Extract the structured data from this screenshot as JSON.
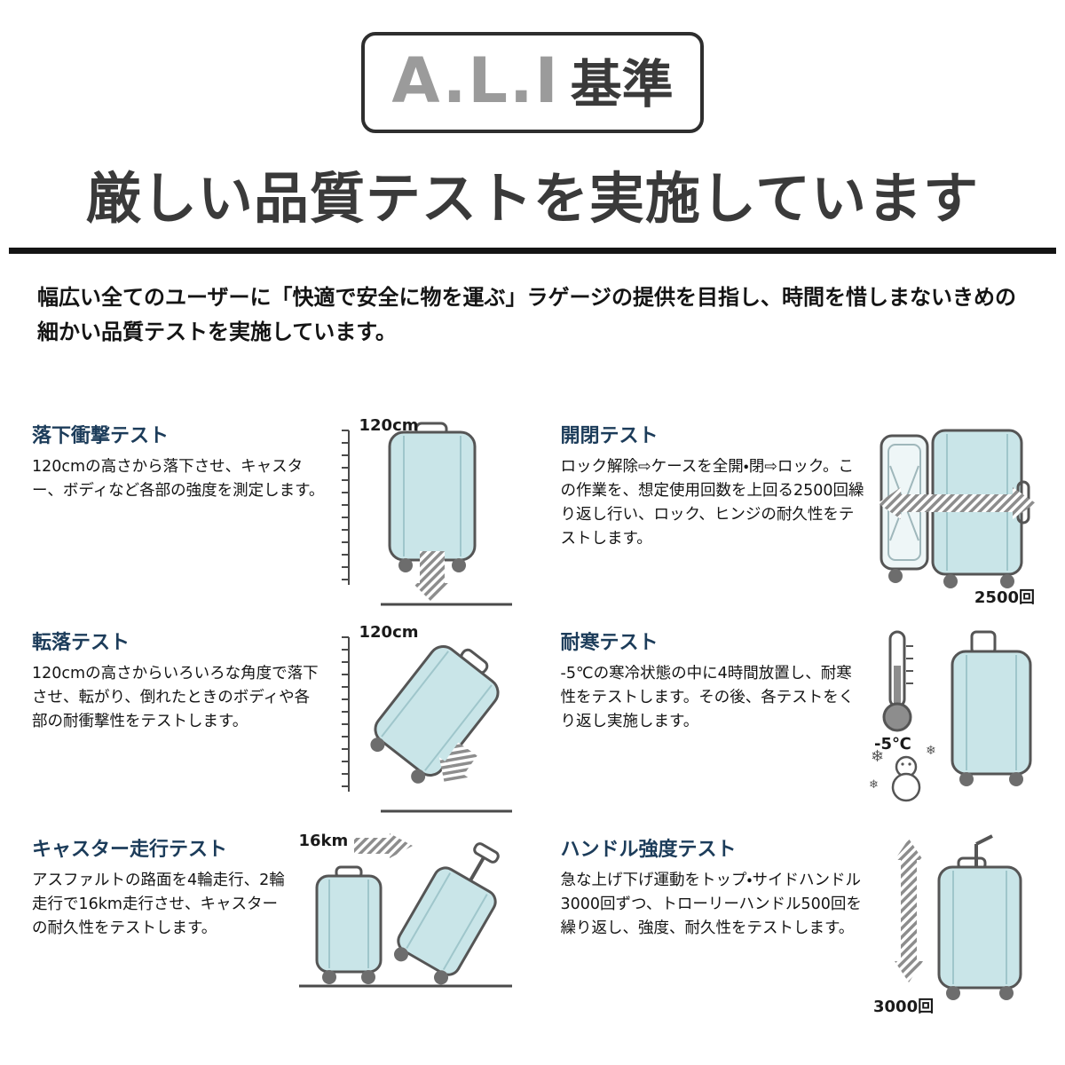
{
  "badge": {
    "brand": "A.L.I",
    "suffix": "基準"
  },
  "title": "厳しい品質テストを実施しています",
  "intro": "幅広い全てのユーザーに「快適で安全に物を運ぶ」ラゲージの提供を目指し、時間を惜しまないきめの細かい品質テストを実施しています。",
  "colors": {
    "accent_title": "#1c3c5a",
    "suitcase_fill": "#c9e5e8",
    "outline": "#555555",
    "brand_gray": "#9b9b9b",
    "rule": "#141414"
  },
  "icons": {
    "drop": "suitcase-drop-icon",
    "open_close": "suitcase-open-icon",
    "tumble": "suitcase-tumble-icon",
    "cold": "thermometer-snowman-suitcase-icon",
    "caster": "suitcase-rolling-icon",
    "handle": "suitcase-handle-arrows-icon"
  },
  "tests": [
    {
      "title": "落下衝撃テスト",
      "body": "120cmの高さから落下させ、キャスター、ボディなど各部の強度を測定します。",
      "metric": "120cm"
    },
    {
      "title": "開閉テスト",
      "body": "ロック解除⇨ケースを全開・閉⇨ロック。この作業を、想定使用回数を上回る2500回繰り返し行い、ロック、ヒンジの耐久性をテストします。",
      "metric": "2500回"
    },
    {
      "title": "転落テスト",
      "body": "120cmの高さからいろいろな角度で落下させ、転がり、倒れたときのボディや各部の耐衝撃性をテストします。",
      "metric": "120cm"
    },
    {
      "title": "耐寒テスト",
      "body": "-5℃の寒冷状態の中に4時間放置し、耐寒性をテストします。その後、各テストをくり返し実施します。",
      "metric": "-5℃"
    },
    {
      "title": "キャスター走行テスト",
      "body": "アスファルトの路面を4輪走行、2輪走行で16km走行させ、キャスターの耐久性をテストします。",
      "metric": "16km"
    },
    {
      "title": "ハンドル強度テスト",
      "body": "急な上げ下げ運動をトップ・サイドハンドル3000回ずつ、トローリーハンドル500回を繰り返し、強度、耐久性をテストします。",
      "metric": "3000回"
    }
  ]
}
